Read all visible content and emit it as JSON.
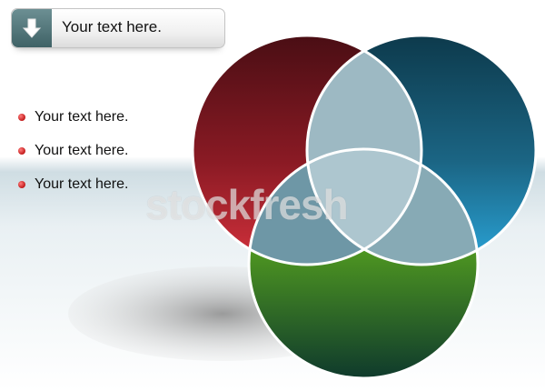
{
  "header": {
    "title": "Your text here.",
    "icon": "arrow-down-icon"
  },
  "bullets": [
    {
      "label": "Your text here."
    },
    {
      "label": "Your text here."
    },
    {
      "label": "Your text here."
    }
  ],
  "watermark": "stockfresh",
  "colors": {
    "circle_red": "#8e1f2a",
    "circle_blue": "#1d6f8c",
    "circle_green": "#5aa02b",
    "overlap": "#8fb0bb",
    "bullet_dot": "#c11a1a"
  }
}
